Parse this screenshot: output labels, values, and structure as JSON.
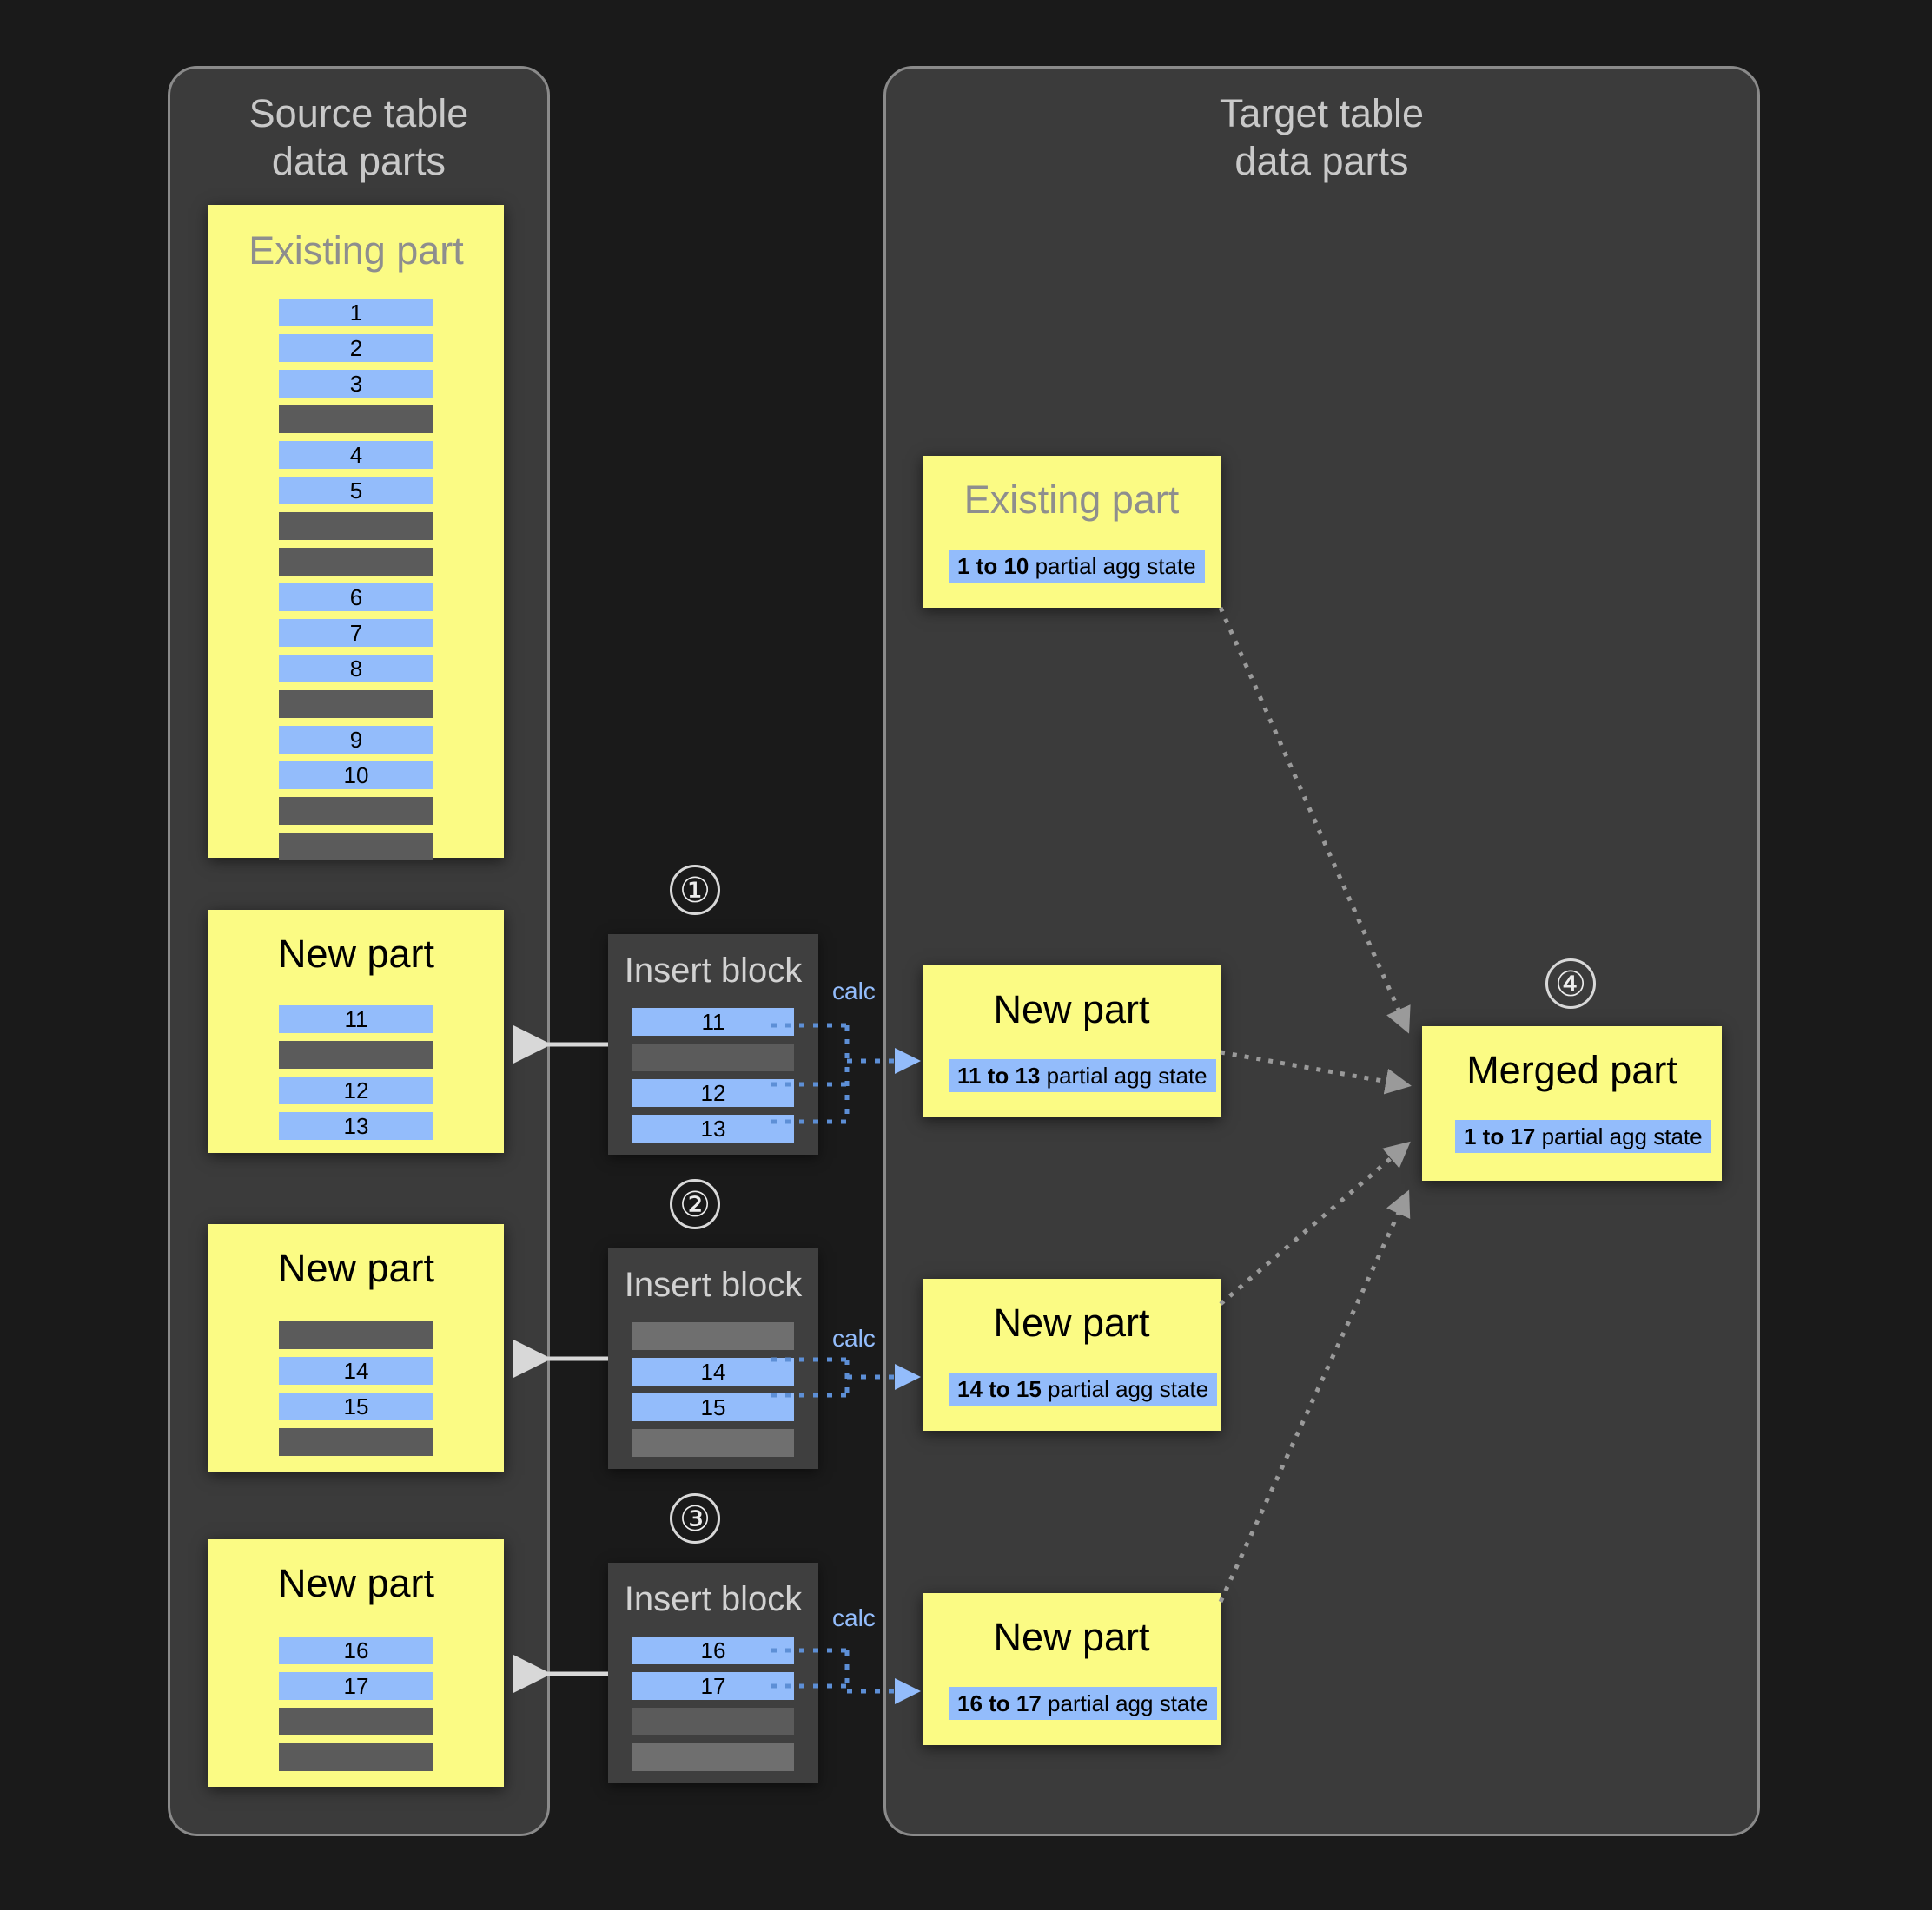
{
  "background_color": "#1a1a1a",
  "colors": {
    "panel_fill": "#3b3b3b",
    "panel_border": "#8a8a8a",
    "part_yellow": "#fbfb84",
    "row_blue": "#93bcfb",
    "row_gray": "#5b5b5b",
    "row_gray_light": "#6f6f6f",
    "insert_fill": "#3f3f3f",
    "accent_blue": "#93bcfb",
    "muted_text": "#8e8e8e",
    "panel_text": "#c9c9c9",
    "arrow_solid": "#d8d8d8",
    "arrow_dotted_gray": "#9a9a9a"
  },
  "panels": {
    "source": {
      "title": "Source table\ndata parts"
    },
    "target": {
      "title": "Target table\ndata parts"
    }
  },
  "source_parts": [
    {
      "title": "Existing part",
      "title_muted": true,
      "rows": [
        {
          "label": "1",
          "kind": "blue"
        },
        {
          "label": "2",
          "kind": "blue"
        },
        {
          "label": "3",
          "kind": "blue"
        },
        {
          "label": "",
          "kind": "gray"
        },
        {
          "label": "4",
          "kind": "blue"
        },
        {
          "label": "5",
          "kind": "blue"
        },
        {
          "label": "",
          "kind": "gray"
        },
        {
          "label": "",
          "kind": "gray"
        },
        {
          "label": "6",
          "kind": "blue"
        },
        {
          "label": "7",
          "kind": "blue"
        },
        {
          "label": "8",
          "kind": "blue"
        },
        {
          "label": "",
          "kind": "gray"
        },
        {
          "label": "9",
          "kind": "blue"
        },
        {
          "label": "10",
          "kind": "blue"
        },
        {
          "label": "",
          "kind": "gray"
        },
        {
          "label": "",
          "kind": "gray"
        }
      ]
    },
    {
      "title": "New part",
      "title_muted": false,
      "rows": [
        {
          "label": "11",
          "kind": "blue"
        },
        {
          "label": "",
          "kind": "gray"
        },
        {
          "label": "12",
          "kind": "blue"
        },
        {
          "label": "13",
          "kind": "blue"
        }
      ]
    },
    {
      "title": "New part",
      "title_muted": false,
      "rows": [
        {
          "label": "",
          "kind": "gray"
        },
        {
          "label": "14",
          "kind": "blue"
        },
        {
          "label": "15",
          "kind": "blue"
        },
        {
          "label": "",
          "kind": "gray"
        }
      ]
    },
    {
      "title": "New part",
      "title_muted": false,
      "rows": [
        {
          "label": "16",
          "kind": "blue"
        },
        {
          "label": "17",
          "kind": "blue"
        },
        {
          "label": "",
          "kind": "gray"
        },
        {
          "label": "",
          "kind": "gray"
        }
      ]
    }
  ],
  "insert_blocks": [
    {
      "step": "①",
      "title": "Insert block",
      "calc_label": "calc",
      "rows": [
        {
          "label": "11",
          "kind": "blue"
        },
        {
          "label": "",
          "kind": "gray"
        },
        {
          "label": "12",
          "kind": "blue"
        },
        {
          "label": "13",
          "kind": "blue"
        }
      ]
    },
    {
      "step": "②",
      "title": "Insert block",
      "calc_label": "calc",
      "rows": [
        {
          "label": "",
          "kind": "lgray"
        },
        {
          "label": "14",
          "kind": "blue"
        },
        {
          "label": "15",
          "kind": "blue"
        },
        {
          "label": "",
          "kind": "lgray"
        }
      ]
    },
    {
      "step": "③",
      "title": "Insert block",
      "calc_label": "calc",
      "rows": [
        {
          "label": "16",
          "kind": "blue"
        },
        {
          "label": "17",
          "kind": "blue"
        },
        {
          "label": "",
          "kind": "gray"
        },
        {
          "label": "",
          "kind": "lgray"
        }
      ]
    }
  ],
  "target_parts": [
    {
      "title": "Existing part",
      "title_muted": true,
      "agg_range": "1 to 10",
      "agg_suffix": " partial agg state"
    },
    {
      "title": "New part",
      "title_muted": false,
      "agg_range": "11 to 13",
      "agg_suffix": " partial agg state"
    },
    {
      "title": "New part",
      "title_muted": false,
      "agg_range": "14 to 15",
      "agg_suffix": " partial agg state"
    },
    {
      "title": "New part",
      "title_muted": false,
      "agg_range": "16 to 17",
      "agg_suffix": " partial agg state"
    }
  ],
  "merged_part": {
    "step": "④",
    "title": "Merged part",
    "agg_range": "1 to 17",
    "agg_suffix": " partial agg state"
  }
}
